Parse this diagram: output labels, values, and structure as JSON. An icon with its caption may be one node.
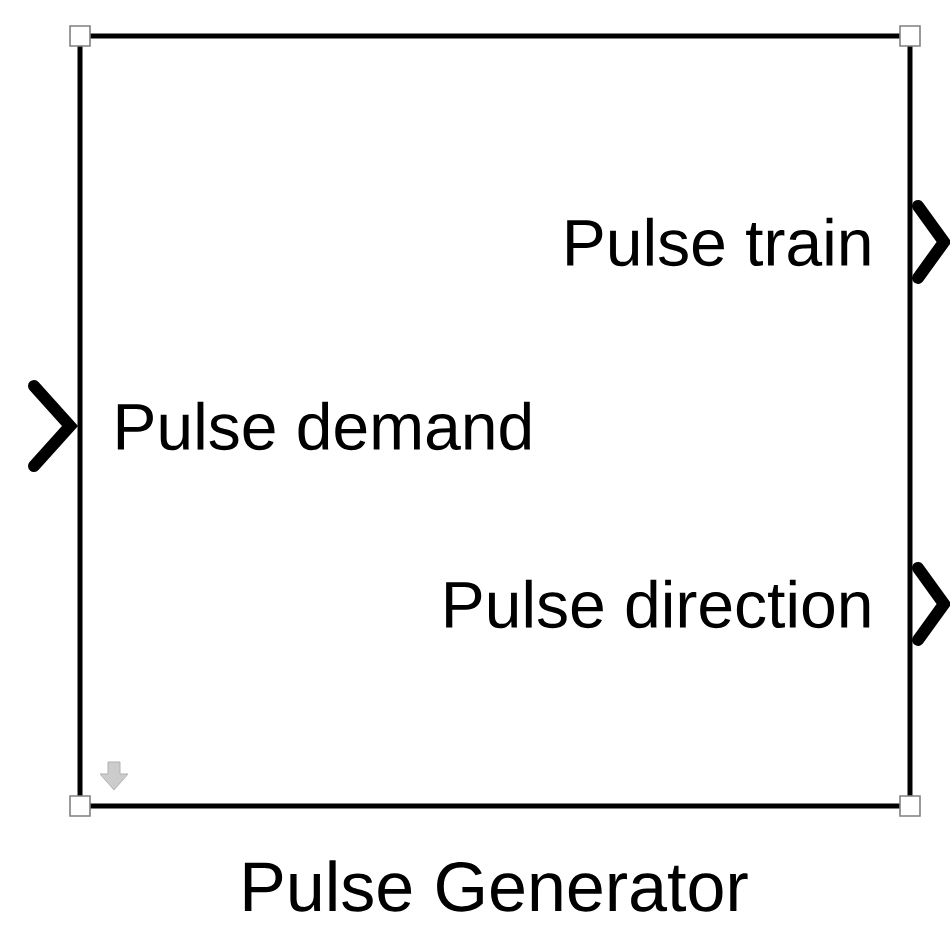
{
  "diagram": {
    "nodes": [
      {
        "text": [
          "Pulse train",
          "Pulse demand",
          "Pulse direction",
          "Pulse Generator"
        ]
      }
    ]
  }
}
